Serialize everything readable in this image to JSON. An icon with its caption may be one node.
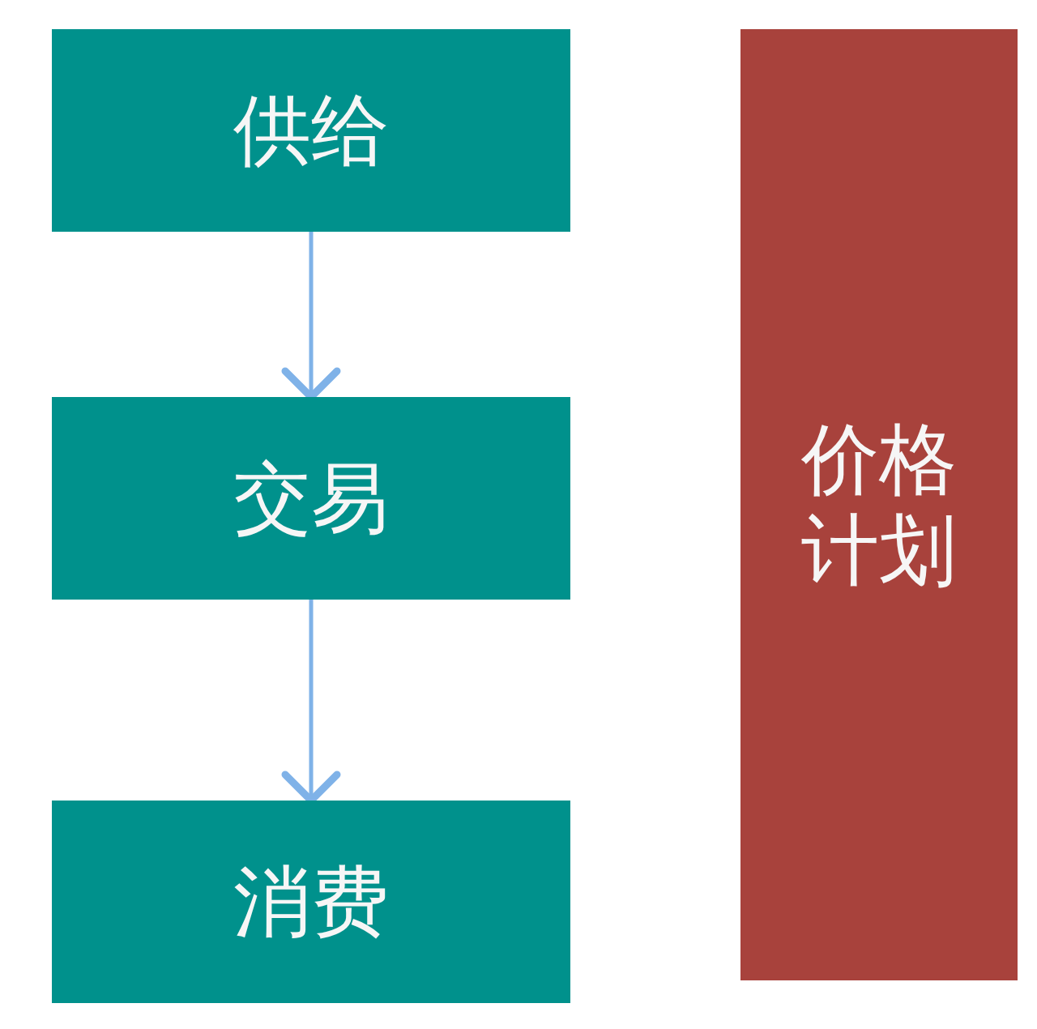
{
  "diagram": {
    "nodes": [
      {
        "text": [
          "供给"
        ]
      },
      {
        "text": [
          "交易"
        ]
      },
      {
        "text": [
          "消费"
        ]
      },
      {
        "text": [
          "价格计划"
        ]
      }
    ],
    "edges": [
      {
        "from": 0,
        "to": 1,
        "arrow": "to"
      },
      {
        "from": 1,
        "to": 2,
        "arrow": "to"
      }
    ]
  }
}
